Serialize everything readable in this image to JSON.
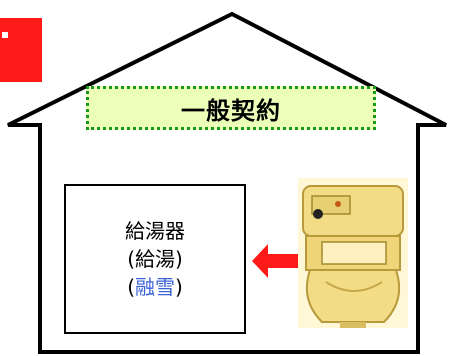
{
  "contract_label": "一般契約",
  "appliance": {
    "name": "給湯器",
    "use_hot_water": "(給湯)",
    "use_snow_melting": "融雪",
    "paren_open": "(",
    "paren_close": ")"
  },
  "icons": {
    "flow_arrow": "arrow-left-icon",
    "gas_meter": "gas-meter-icon",
    "corner_mark": "corner-tag-icon"
  },
  "colors": {
    "house_outline": "#000000",
    "label_border": "#1a9a1a",
    "label_fill": "#ecffb8",
    "arrow": "#ff1a1a",
    "corner_tag": "#ff1a1a",
    "snow_text": "#3b63d6",
    "meter_body": "#f2dc86"
  }
}
